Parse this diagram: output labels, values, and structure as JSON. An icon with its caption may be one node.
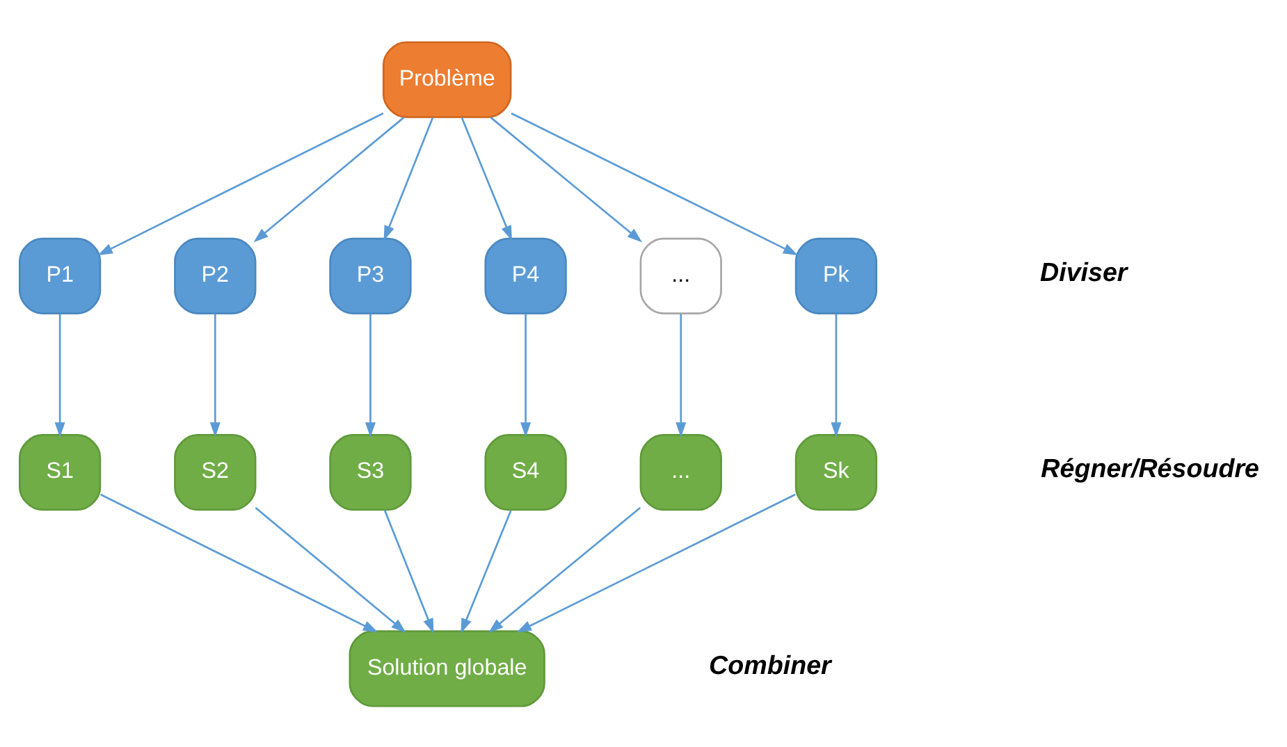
{
  "diagram": {
    "nodes": [
      {
        "text": [
          "Problème"
        ]
      },
      {
        "text": [
          "P1"
        ]
      },
      {
        "text": [
          "P2"
        ]
      },
      {
        "text": [
          "P3"
        ]
      },
      {
        "text": [
          "P4"
        ]
      },
      {
        "text": [
          "..."
        ]
      },
      {
        "text": [
          "Pk"
        ]
      },
      {
        "text": [
          "S1"
        ]
      },
      {
        "text": [
          "S2"
        ]
      },
      {
        "text": [
          "S3"
        ]
      },
      {
        "text": [
          "S4"
        ]
      },
      {
        "text": [
          "..."
        ]
      },
      {
        "text": [
          "Sk"
        ]
      },
      {
        "text": [
          "Solution globale"
        ]
      }
    ],
    "edges": [
      {
        "from": 0,
        "to": 1,
        "arrow": "to"
      },
      {
        "from": 0,
        "to": 2,
        "arrow": "to"
      },
      {
        "from": 0,
        "to": 3,
        "arrow": "to"
      },
      {
        "from": 0,
        "to": 4,
        "arrow": "to"
      },
      {
        "from": 0,
        "to": 5,
        "arrow": "to"
      },
      {
        "from": 0,
        "to": 6,
        "arrow": "to"
      },
      {
        "from": 1,
        "to": 7,
        "arrow": "to"
      },
      {
        "from": 2,
        "to": 8,
        "arrow": "to"
      },
      {
        "from": 3,
        "to": 9,
        "arrow": "to"
      },
      {
        "from": 4,
        "to": 10,
        "arrow": "to"
      },
      {
        "from": 5,
        "to": 11,
        "arrow": "to"
      },
      {
        "from": 6,
        "to": 12,
        "arrow": "to"
      },
      {
        "from": 7,
        "to": 13,
        "arrow": "to"
      },
      {
        "from": 8,
        "to": 13,
        "arrow": "to"
      },
      {
        "from": 9,
        "to": 13,
        "arrow": "to"
      },
      {
        "from": 10,
        "to": 13,
        "arrow": "to"
      },
      {
        "from": 11,
        "to": 13,
        "arrow": "to"
      },
      {
        "from": 12,
        "to": 13,
        "arrow": "to"
      }
    ],
    "labels": [
      "Diviser",
      "Régner/Résoudre",
      "Combiner"
    ]
  }
}
